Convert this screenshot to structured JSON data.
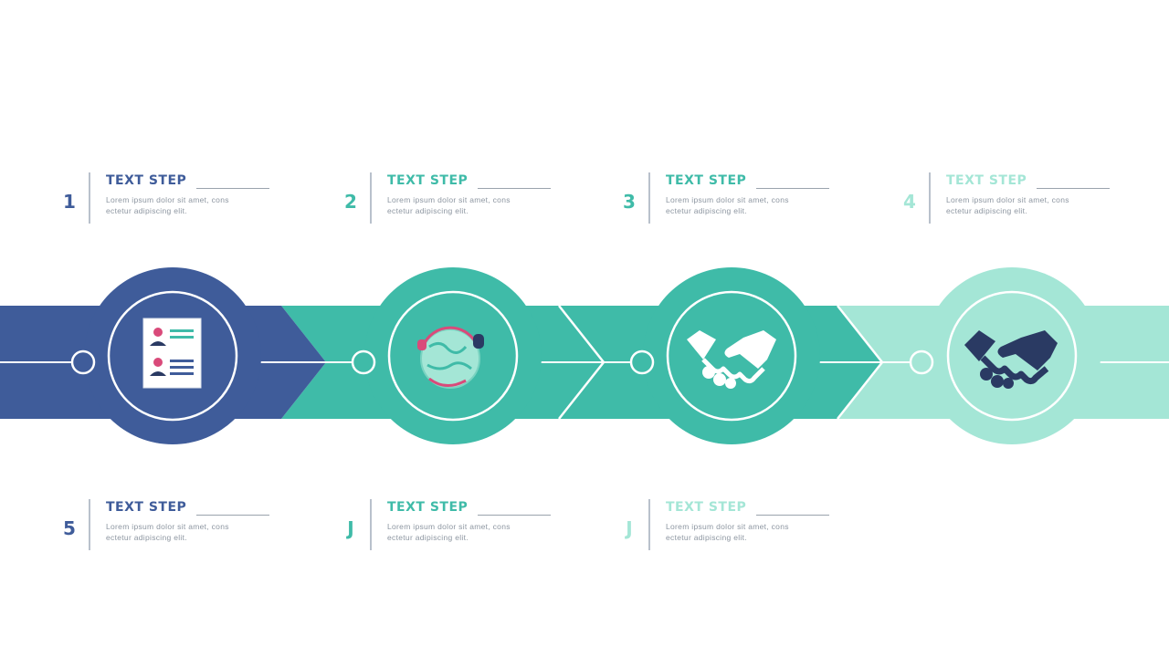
{
  "colors": {
    "blue": "#3f5c9a",
    "teal": "#3fbba8",
    "mint": "#a4e6d6",
    "navy": "#2a3a63",
    "pink": "#d94a7a"
  },
  "top_steps": [
    {
      "number": "1",
      "title": "TEXT STEP",
      "line1": "Lorem ipsum dolor sit amet, cons",
      "line2": "ectetur adipiscing elit.",
      "color": "#3f5c9a"
    },
    {
      "number": "2",
      "title": "TEXT STEP",
      "line1": "Lorem ipsum dolor sit amet, cons",
      "line2": "ectetur adipiscing elit.",
      "color": "#3fbba8"
    },
    {
      "number": "3",
      "title": "TEXT STEP",
      "line1": "Lorem ipsum dolor sit amet, cons",
      "line2": "ectetur adipiscing elit.",
      "color": "#3fbba8"
    },
    {
      "number": "4",
      "title": "TEXT STEP",
      "line1": "Lorem ipsum dolor sit amet, cons",
      "line2": "ectetur adipiscing elit.",
      "color": "#a4e6d6"
    }
  ],
  "bottom_steps": [
    {
      "number": "5",
      "title": "TEXT STEP",
      "line1": "Lorem ipsum dolor sit amet, cons",
      "line2": "ectetur adipiscing elit.",
      "color": "#3f5c9a"
    },
    {
      "number": "J",
      "title": "TEXT STEP",
      "line1": "Lorem ipsum dolor sit amet, cons",
      "line2": "ectetur adipiscing elit.",
      "color": "#3fbba8"
    },
    {
      "number": "J",
      "title": "TEXT STEP",
      "line1": "Lorem ipsum dolor sit amet, cons",
      "line2": "ectetur adipiscing elit.",
      "color": "#3fbba8"
    }
  ],
  "icons": [
    "id-card-icon",
    "globe-headset-icon",
    "handshake-icon",
    "handshake-icon"
  ]
}
